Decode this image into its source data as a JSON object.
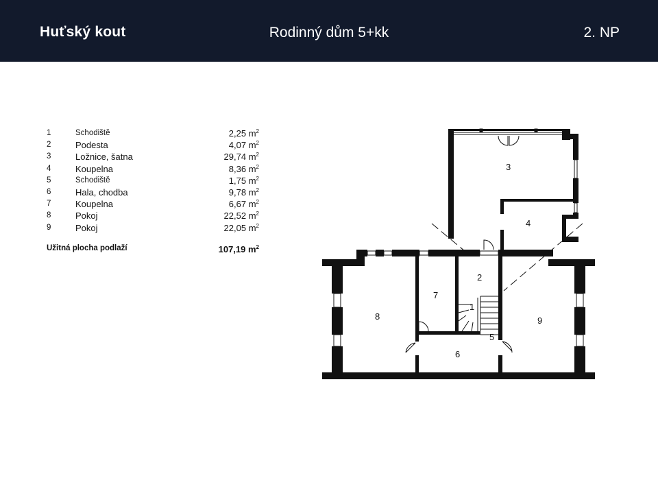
{
  "header": {
    "brand": "Huťský kout",
    "title": "Rodinný dům 5+kk",
    "floor": "2. NP"
  },
  "unit": "m²",
  "rooms": [
    {
      "num": "1",
      "name": "Schodiště",
      "area": "2,25"
    },
    {
      "num": "2",
      "name": "Podesta",
      "area": "4,07"
    },
    {
      "num": "3",
      "name": "Ložnice, šatna",
      "area": "29,74"
    },
    {
      "num": "4",
      "name": "Koupelna",
      "area": "8,36"
    },
    {
      "num": "5",
      "name": "Schodiště",
      "area": "1,75"
    },
    {
      "num": "6",
      "name": "Hala, chodba",
      "area": "9,78"
    },
    {
      "num": "7",
      "name": "Koupelna",
      "area": "6,67"
    },
    {
      "num": "8",
      "name": "Pokoj",
      "area": "22,52"
    },
    {
      "num": "9",
      "name": "Pokoj",
      "area": "22,05"
    }
  ],
  "total": {
    "label": "Užitná plocha podlaží",
    "area": "107,19"
  },
  "plan_labels": [
    "1",
    "2",
    "3",
    "4",
    "5",
    "6",
    "7",
    "8",
    "9"
  ],
  "colors": {
    "header_bg": "#121a2c",
    "wall": "#111111",
    "background": "#ffffff"
  }
}
